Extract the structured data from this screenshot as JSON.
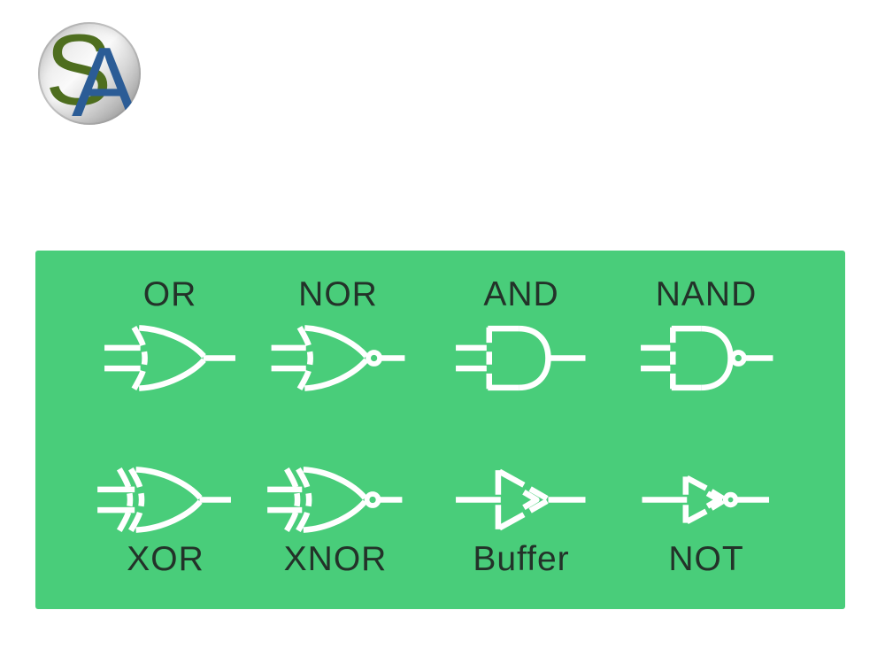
{
  "title": "Logic gate symbols chart",
  "colors": {
    "page_bg": "#ffffff",
    "panel_green": "#49cd7a",
    "label_text": "#233229",
    "gate_stroke": "#ffffff",
    "logo_s_color": "#4e6e1f",
    "logo_a_color": "#2b5c96"
  },
  "logo": {
    "letter_s": "S",
    "letter_a": "A"
  },
  "panel": {
    "rows": [
      {
        "label_position": "above",
        "gates": [
          {
            "label": "OR",
            "icon": "or-gate"
          },
          {
            "label": "NOR",
            "icon": "nor-gate"
          },
          {
            "label": "AND",
            "icon": "and-gate"
          },
          {
            "label": "NAND",
            "icon": "nand-gate"
          }
        ]
      },
      {
        "label_position": "below",
        "gates": [
          {
            "label": "XOR",
            "icon": "xor-gate"
          },
          {
            "label": "XNOR",
            "icon": "xnor-gate"
          },
          {
            "label": "Buffer",
            "icon": "buffer-gate"
          },
          {
            "label": "NOT",
            "icon": "not-gate"
          }
        ]
      }
    ]
  }
}
